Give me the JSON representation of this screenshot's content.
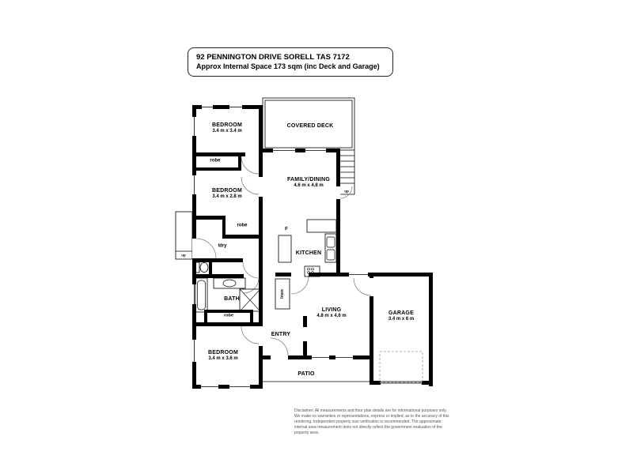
{
  "title_block": {
    "address": "92 PENNINGTON DRIVE SORELL TAS 7172",
    "area": "Approx Internal Space 173 sqm (inc Deck and Garage)"
  },
  "rooms": {
    "bedroom1": {
      "name": "BEDROOM",
      "dims": "3.4 m x 3.4 m"
    },
    "covered_deck": {
      "name": "COVERED DECK"
    },
    "family_dining": {
      "name": "FAMILY/DINING",
      "dims": "4.6 m x 4.8 m"
    },
    "bedroom2": {
      "name": "BEDROOM",
      "dims": "3.4 m x 2.8 m"
    },
    "robe1": {
      "name": "robe"
    },
    "robe2": {
      "name": "robe"
    },
    "robe3": {
      "name": "robe"
    },
    "laundry": {
      "name": "ldry"
    },
    "bath": {
      "name": "BATH"
    },
    "linen": {
      "name": "linen"
    },
    "kitchen": {
      "name": "KITCHEN"
    },
    "fridge": {
      "name": "F"
    },
    "living": {
      "name": "LIVING",
      "dims": "4.8 m x 4.6 m"
    },
    "garage": {
      "name": "GARAGE",
      "dims": "3.4 m x 6 m"
    },
    "entry": {
      "name": "ENTRY"
    },
    "bedroom3": {
      "name": "BEDROOM",
      "dims": "3.4 m x 3.6 m"
    },
    "patio": {
      "name": "PATIO"
    },
    "stairs_up": {
      "label": "up"
    },
    "porch_up": {
      "label": "up"
    }
  },
  "disclaimer": "Disclaimer: All measurements and floor plan details are for informational purposes only. We make no warranties or representations, express or implied, as to the accuracy of this rendering. Independent property size verification is recommended. The approximate internal area measurement does not directly reflect the government evaluation of the property area.",
  "colors": {
    "wall": "#000000",
    "background": "#ffffff",
    "door_arc": "#888888"
  }
}
